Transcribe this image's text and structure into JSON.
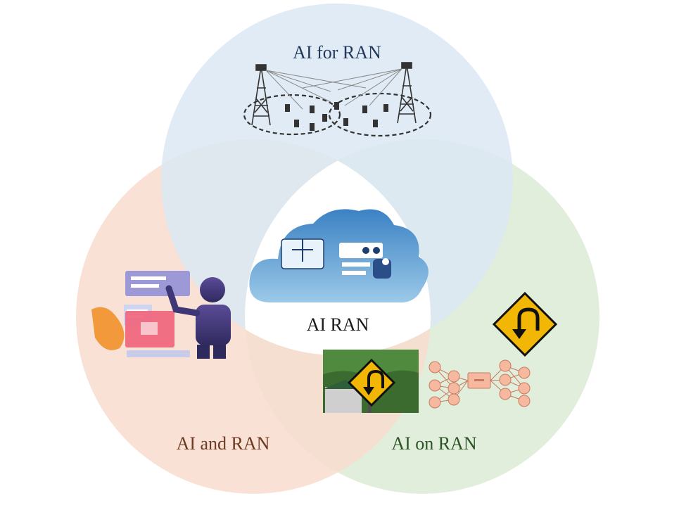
{
  "diagram": {
    "circles": [
      {
        "id": "top",
        "label": "AI for RAN",
        "fill": "#dbe8f3",
        "label_color": "#233a5c"
      },
      {
        "id": "left",
        "label": "AI and RAN",
        "fill": "#f8dccf",
        "label_color": "#6e3b22"
      },
      {
        "id": "right",
        "label": "AI on RAN",
        "fill": "#dcebd6",
        "label_color": "#2c5424"
      }
    ],
    "center_label": "AI RAN",
    "center_label_color": "#1a1a1a",
    "icons": [
      "cell-tower-icon",
      "cloud-icon",
      "robot-icon",
      "u-turn-sign-icon",
      "neural-network-icon"
    ]
  }
}
